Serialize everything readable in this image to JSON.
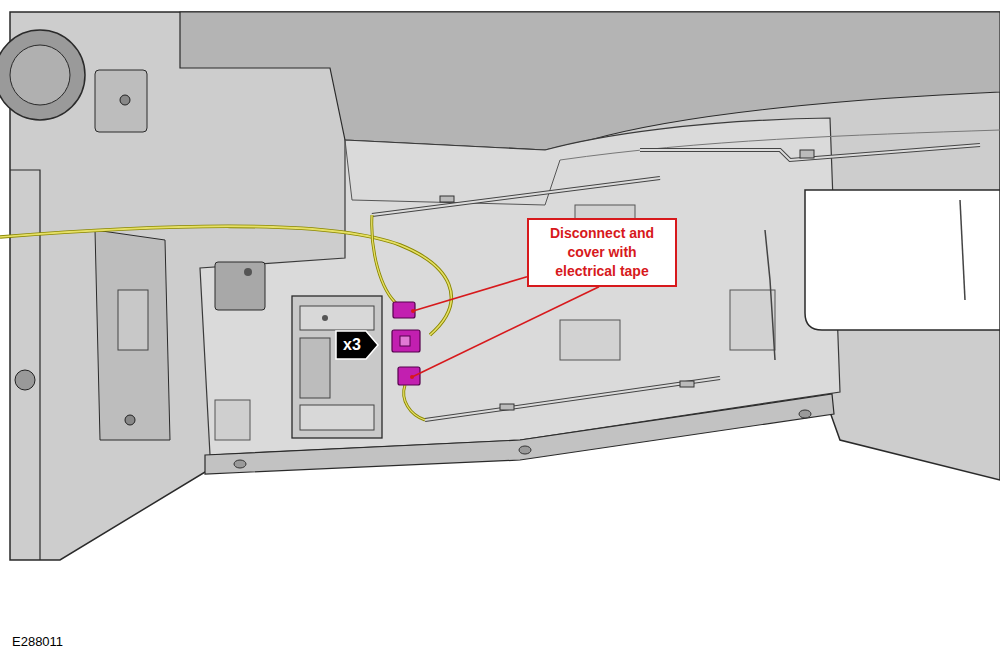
{
  "diagram": {
    "nodes": [
      {
        "text": [
          "Disconnect and cover with electrical tape"
        ]
      },
      {
        "text": [
          "x3"
        ]
      }
    ],
    "labels": [
      "E288011"
    ]
  }
}
